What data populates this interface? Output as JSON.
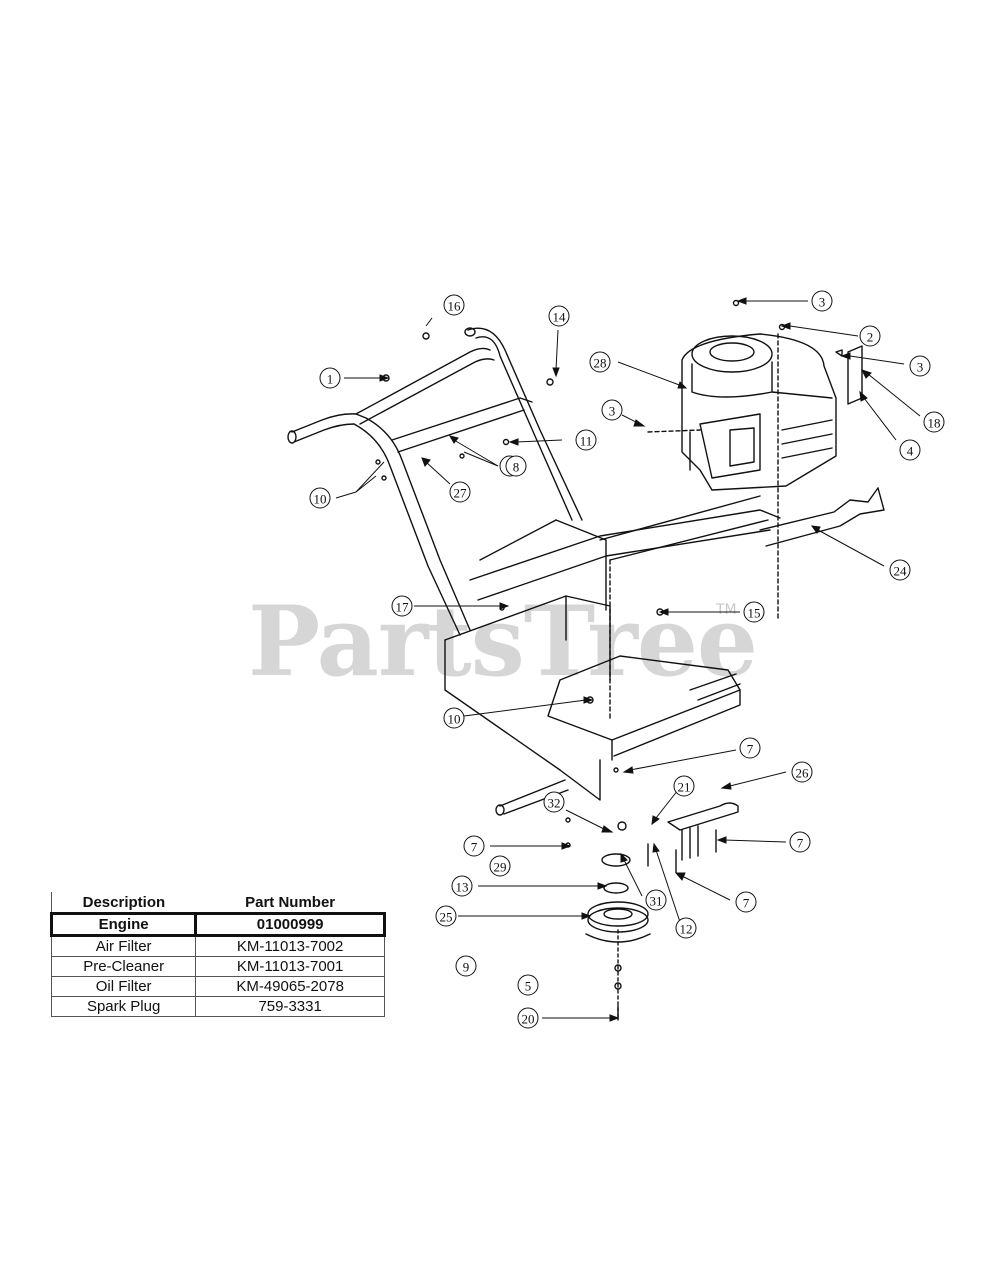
{
  "watermark": {
    "text": "PartsTree",
    "mark": "TM"
  },
  "callouts": [
    "1",
    "2",
    "3",
    "3",
    "3",
    "4",
    "5",
    "7",
    "7",
    "7",
    "7",
    "7",
    "8",
    "9",
    "10",
    "10",
    "11",
    "12",
    "13",
    "14",
    "15",
    "16",
    "17",
    "18",
    "20",
    "21",
    "24",
    "25",
    "26",
    "27",
    "28",
    "29",
    "31",
    "32"
  ],
  "table": {
    "headers": {
      "description": "Description",
      "part_number": "Part Number"
    },
    "rows": [
      {
        "description": "Engine",
        "part_number": "01000999",
        "highlight": true
      },
      {
        "description": "Air Filter",
        "part_number": "KM-11013-7002"
      },
      {
        "description": "Pre-Cleaner",
        "part_number": "KM-11013-7001"
      },
      {
        "description": "Oil Filter",
        "part_number": "KM-49065-2078"
      },
      {
        "description": "Spark Plug",
        "part_number": "759-3331"
      }
    ]
  }
}
